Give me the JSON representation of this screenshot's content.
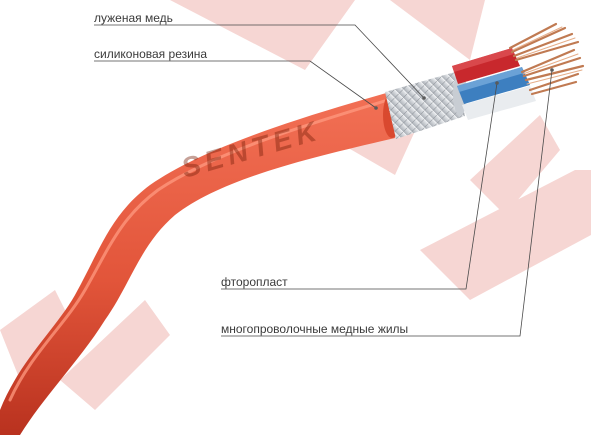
{
  "callouts": [
    {
      "id": "tinned-copper",
      "text": "луженая медь"
    },
    {
      "id": "silicone-rubber",
      "text": "силиконовая резина"
    },
    {
      "id": "fluoroplastic",
      "text": "фторопласт"
    },
    {
      "id": "stranded-cores",
      "text": "многопроволочные медные жилы"
    }
  ],
  "brand_text": "SENTEK",
  "colors": {
    "background": "#ffffff",
    "watermark": "#f6d6d3",
    "jacket": "#e2553a",
    "jacket_dark": "#b9321f",
    "shield": "#d7dbe0",
    "core_red": "#c8282d",
    "core_blue": "#3d7fc0",
    "copper": "#c07a52",
    "leader_line": "#4a4a4a"
  }
}
